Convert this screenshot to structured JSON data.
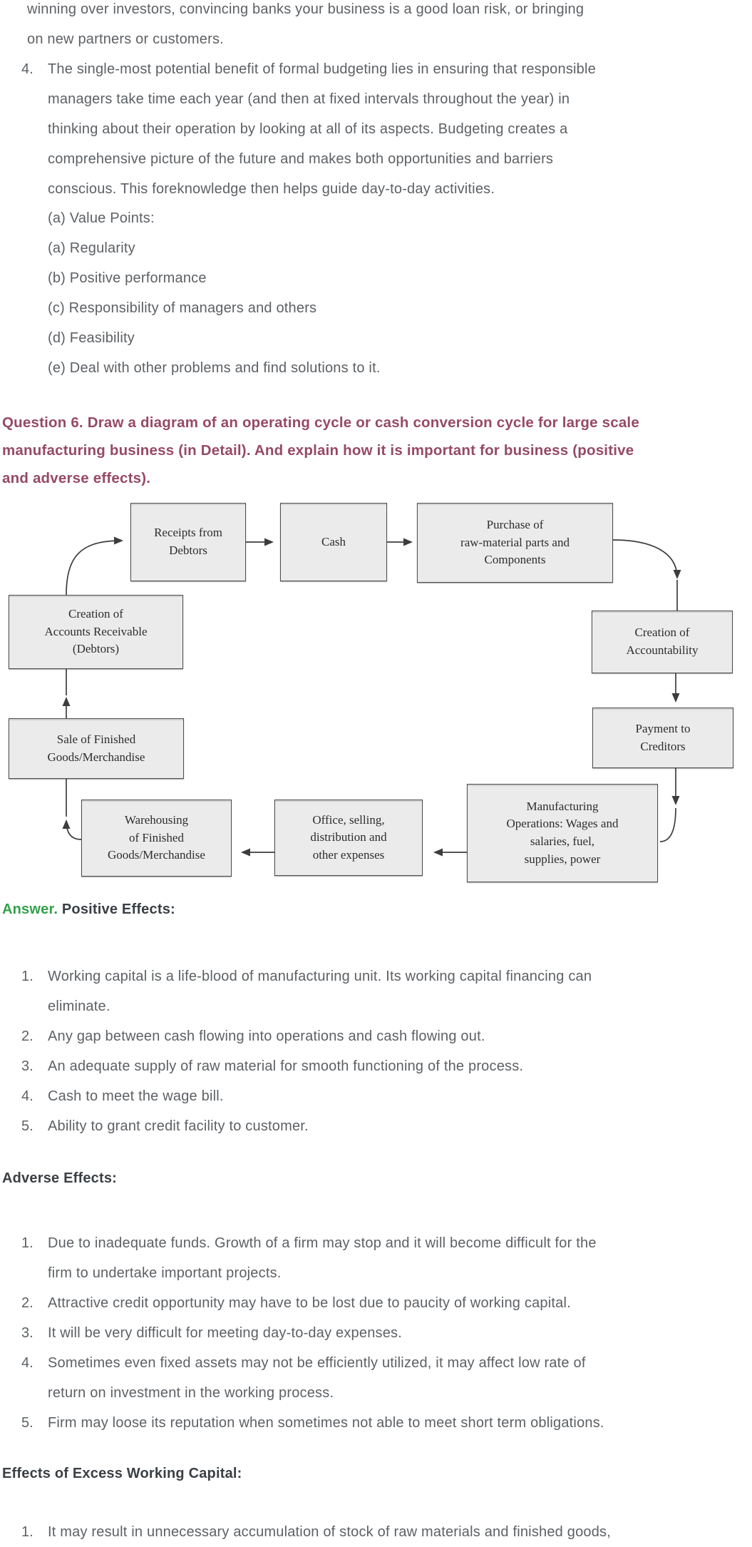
{
  "page_colors": {
    "background": "#ffffff",
    "body_text": "#5d6165",
    "heading_text": "#3a3f44",
    "question_text": "#964966",
    "answer_green": "#33a04c",
    "diagram_box_fill": "#ebebeb",
    "diagram_line": "#3d3d3d"
  },
  "intro": {
    "continuation_paragraph": "winning over investors, convincing banks your business is a good loan risk, or bringing\non new partners or customers.",
    "item4": {
      "num": "4.",
      "text": "The single-most potential benefit of formal budgeting lies in ensuring that responsible\nmanagers take time each year (and then at fixed intervals throughout the year) in\nthinking about their operation by looking at all of its aspects. Budgeting creates a\ncomprehensive picture of the future and makes both opportunities and barriers\nconscious. This foreknowledge then helps guide day-to-day activities."
    },
    "sub_items": [
      "(a) Value Points:",
      "(a) Regularity",
      "(b) Positive performance",
      "(c) Responsibility of managers and others",
      "(d) Feasibility",
      "(e) Deal with other problems and find solutions to it."
    ]
  },
  "question": {
    "text": "Question 6. Draw a diagram of an operating cycle or cash conversion cycle for large scale\nmanufacturing business (in Detail). And explain how it is important for business (positive\nand adverse effects)."
  },
  "diagram": {
    "boxes": [
      {
        "id": "receipts",
        "label": "Receipts from\nDebtors"
      },
      {
        "id": "cash",
        "label": "Cash"
      },
      {
        "id": "purchase",
        "label": "Purchase of\nraw-material parts and\nComponents"
      },
      {
        "id": "accountability",
        "label": "Creation of\nAccountability"
      },
      {
        "id": "payment",
        "label": "Payment to\nCreditors"
      },
      {
        "id": "manufacturing",
        "label": "Manufacturing\nOperations: Wages and\nsalaries, fuel,\nsupplies, power"
      },
      {
        "id": "office",
        "label": "Office, selling,\ndistribution and\nother expenses"
      },
      {
        "id": "warehousing",
        "label": "Warehousing\nof Finished\nGoods/Merchandise"
      },
      {
        "id": "sale",
        "label": "Sale of Finished\nGoods/Merchandise"
      },
      {
        "id": "accounts_receivable",
        "label": "Creation of\nAccounts Receivable\n(Debtors)"
      }
    ]
  },
  "answer": {
    "label": "Answer.",
    "positive_heading": " Positive Effects:",
    "positive_items": [
      {
        "num": "1.",
        "text": "Working capital is a life-blood of manufacturing unit. Its working capital financing can\neliminate."
      },
      {
        "num": "2.",
        "text": "Any gap between cash flowing into operations and cash flowing out."
      },
      {
        "num": "3.",
        "text": "An adequate supply of raw material for smooth functioning of the process."
      },
      {
        "num": "4.",
        "text": " Cash to meet the wage bill."
      },
      {
        "num": "5.",
        "text": "Ability to grant credit facility to customer."
      }
    ],
    "adverse_heading": "Adverse Effects:",
    "adverse_items": [
      {
        "num": "1.",
        "text": "Due to inadequate funds. Growth of a firm may stop and it will become difficult for the\nfirm to undertake important projects."
      },
      {
        "num": "2.",
        "text": "Attractive credit opportunity may have to be lost due to paucity of working capital."
      },
      {
        "num": "3.",
        "text": "It will be very difficult for meeting day-to-day expenses."
      },
      {
        "num": "4.",
        "text": "Sometimes even fixed assets may not be efficiently utilized, it may affect low rate of\nreturn on investment in the working process."
      },
      {
        "num": "5.",
        "text": " Firm may loose its reputation when sometimes not able to meet short term obligations."
      }
    ],
    "excess_heading": "Effects of Excess Working Capital:",
    "excess_items": [
      {
        "num": "1.",
        "text": "It may result in unnecessary accumulation of stock of raw materials and finished goods,"
      }
    ]
  }
}
